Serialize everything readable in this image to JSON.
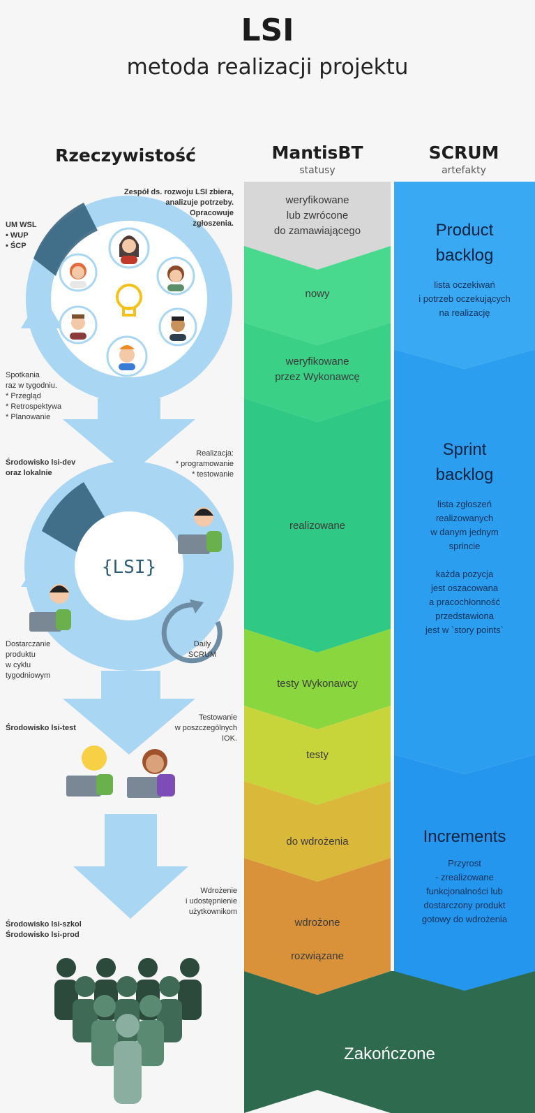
{
  "header": {
    "title": "LSI",
    "subtitle": "metoda realizacji projektu"
  },
  "columns": {
    "left": {
      "title": "Rzeczywistość"
    },
    "middle": {
      "title": "MantisBT",
      "subtitle": "statusy"
    },
    "right": {
      "title": "SCRUM",
      "subtitle": "artefakty"
    }
  },
  "notes": {
    "team": "Zespół ds. rozwoju LSI zbiera,\nanalizuje potrzeby.\nOpracowuje\nzgłoszenia.",
    "clients": "UM WSL\n• WUP\n• ŚCP",
    "meetings": "Spotkania\nraz w tygodniu.\n* Przegląd\n* Retrospektywa\n* Planowanie",
    "dev_env": "Środowisko lsi-dev\noraz lokalnie",
    "realization": "Realizacja:\n* programowanie\n* testowanie",
    "logo": "{LSI}",
    "delivery": "Dostarczanie\nproduktu\nw cyklu\ntygodniowym",
    "daily": "Daily\nSCRUM",
    "test_env": "Środowisko lsi-test",
    "testing": "Testowanie\nw poszczególnych\nIOK.",
    "deployment": "Wdrożenie\ni udostępnienie\nużytkownikom",
    "prod_env": "Środowisko lsi-szkol\nŚrodowisko lsi-prod"
  },
  "mantis": {
    "statuses": [
      {
        "label": "weryfikowane\nlub zwrócone\ndo zamawiającego",
        "color": "#d7d7d7"
      },
      {
        "label": "nowy",
        "color": "#48d98e"
      },
      {
        "label": "weryfikowane\nprzez Wykonawcę",
        "color": "#3ad187"
      },
      {
        "label": "realizowane",
        "color": "#2fc884"
      },
      {
        "label": "testy Wykonawcy",
        "color": "#8ad63f"
      },
      {
        "label": "testy",
        "color": "#c8d53a"
      },
      {
        "label": "do wdrożenia",
        "color": "#dab93a"
      },
      {
        "label": "wdrożone",
        "color": "#d9923a"
      },
      {
        "label": "rozwiązane",
        "color": "#d9923a"
      }
    ],
    "final": {
      "label": "Zakończone",
      "color": "#2e6b4e"
    }
  },
  "scrum": {
    "product_backlog": {
      "title": "Product\nbacklog",
      "text": "lista oczekiwań\ni potrzeb oczekujących\nna realizację",
      "color": "#3aa9f3"
    },
    "sprint_backlog": {
      "title": "Sprint\nbacklog",
      "text": "lista zgłoszeń\nrealizowanych\nw danym jednym\nsprincie\n\nkażda pozycja\njest oszacowana\na pracochłonność\nprzedstawiona\njest w `story points`",
      "color": "#2b9ef0"
    },
    "increments": {
      "title": "Increments",
      "text": "Przyrost\n- zrealizowane\nfunkcjonalności lub\ndostarczony produkt\ngotowy do wdrożenia",
      "color": "#2596ee"
    }
  },
  "colors": {
    "flow": "#a9d6f2",
    "flow_dark": "#2f5d78",
    "people_dark": "#2b4a3c"
  }
}
